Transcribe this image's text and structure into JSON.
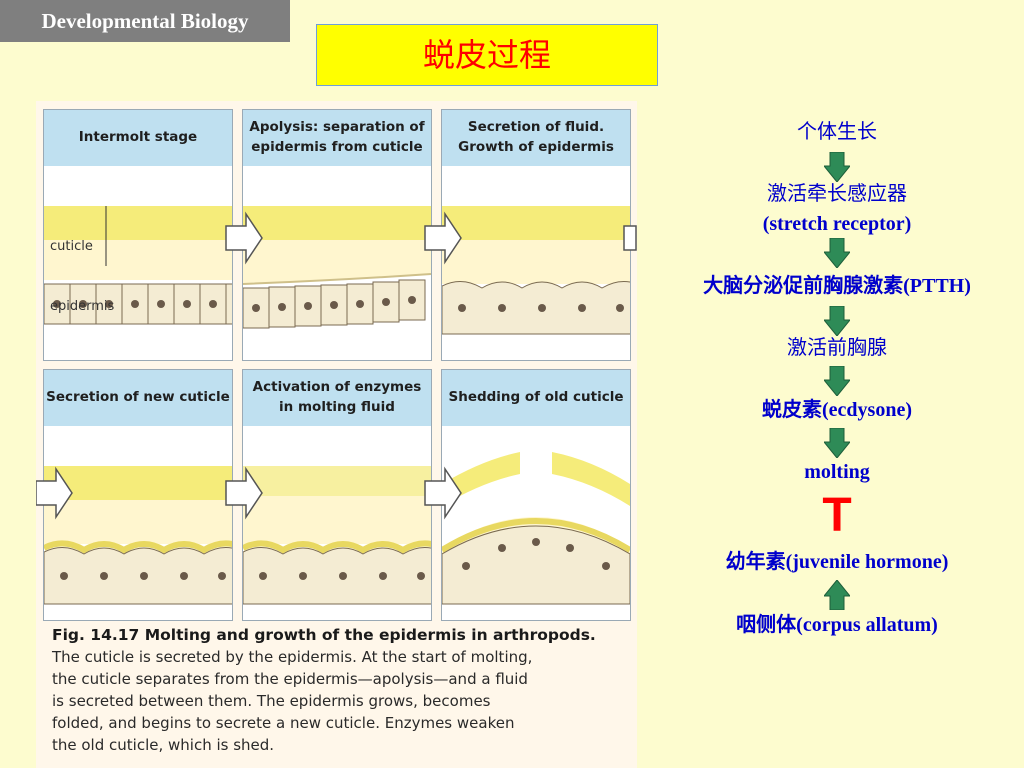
{
  "header": {
    "corner_tag": "Developmental Biology",
    "title": "蜕皮过程"
  },
  "figure": {
    "panels": [
      {
        "label": "Intermolt stage"
      },
      {
        "label": "Apolysis: separation of\nepidermis from cuticle"
      },
      {
        "label": "Secretion of fluid.\nGrowth of epidermis"
      },
      {
        "label": "Secretion of new cuticle"
      },
      {
        "label": "Activation of enzymes\nin molting fluid"
      },
      {
        "label": "Shedding of old cuticle"
      }
    ],
    "labels": {
      "cuticle": "cuticle",
      "epidermis": "epidermis"
    },
    "caption_title": "Fig. 14.17   Molting and growth of the epidermis in arthropods.",
    "caption_lines": [
      "The cuticle is secreted by the epidermis. At the start of molting,",
      "the cuticle separates from the epidermis—apolysis—and a fluid",
      "is secreted between them. The epidermis grows, becomes",
      "folded, and begins to secrete a new cuticle. Enzymes weaken",
      "the old cuticle, which is shed."
    ]
  },
  "flow": {
    "steps": [
      "个体生长",
      "激活牵长感应器",
      "(stretch receptor)",
      "大脑分泌促前胸腺激素(PTTH)",
      "激活前胸腺",
      "蜕皮素(ecdysone)",
      "molting",
      "T",
      "幼年素(juvenile hormone)",
      "咽侧体(corpus allatum)"
    ],
    "colors": {
      "text": "#0000cc",
      "arrow": "#2e8b57",
      "inhibit": "#ff0000"
    }
  }
}
